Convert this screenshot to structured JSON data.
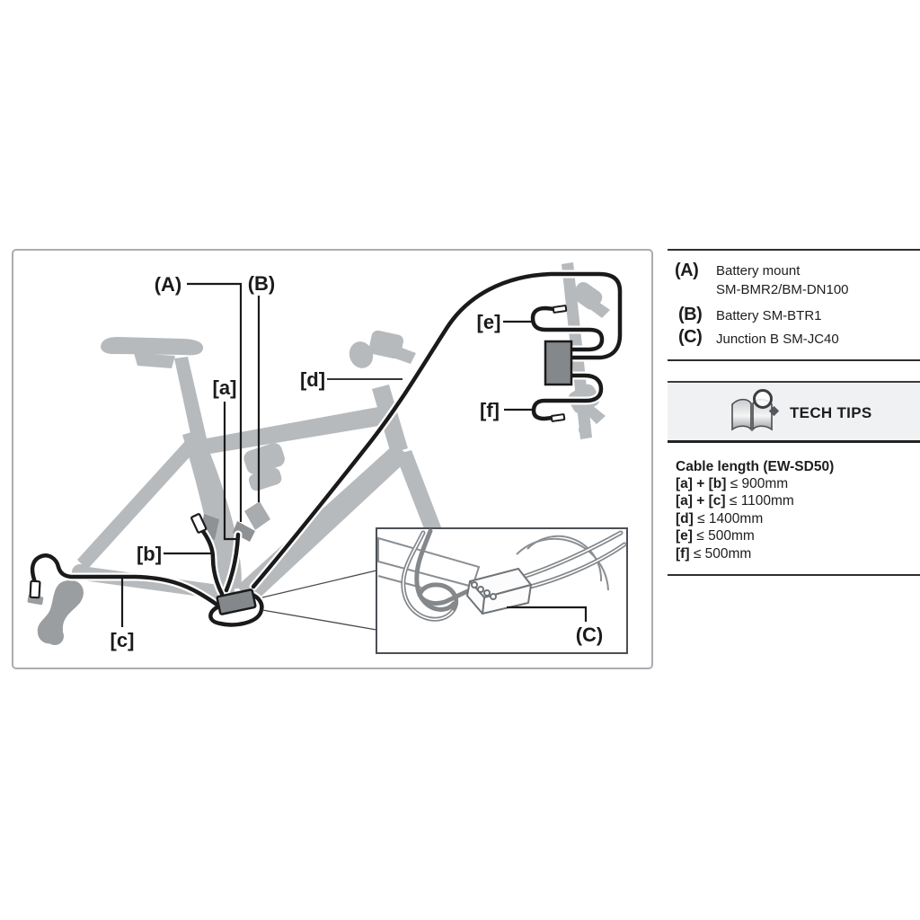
{
  "diagram": {
    "labels": {
      "A": "(A)",
      "B": "(B)",
      "C": "(C)",
      "a": "[a]",
      "b": "[b]",
      "c": "[c]",
      "d": "[d]",
      "e": "[e]",
      "f": "[f]"
    },
    "colors": {
      "frame": "#b7babd",
      "battery": "#a9acaf",
      "mount": "#8e9295",
      "junction": "#84888b",
      "cable": "#1a1a1a"
    }
  },
  "legend": {
    "items": [
      {
        "marker": "(A)",
        "label": "Battery mount",
        "label2": "SM-BMR2/BM-DN100"
      },
      {
        "marker": "(B)",
        "label": "Battery SM-BTR1",
        "label2": ""
      },
      {
        "marker": "(C)",
        "label": "Junction B SM-JC40",
        "label2": ""
      }
    ]
  },
  "tech_tips": {
    "title": "TECH TIPS"
  },
  "cable_length": {
    "heading": "Cable length (EW-SD50)",
    "rows": [
      {
        "lhs": "[a] + [b]",
        "rhs": "≤ 900mm"
      },
      {
        "lhs": "[a] + [c]",
        "rhs": "≤ 1100mm"
      },
      {
        "lhs": "[d]",
        "rhs": "≤ 1400mm"
      },
      {
        "lhs": "[e]",
        "rhs": "≤ 500mm"
      },
      {
        "lhs": "[f]",
        "rhs": "≤ 500mm"
      }
    ]
  }
}
